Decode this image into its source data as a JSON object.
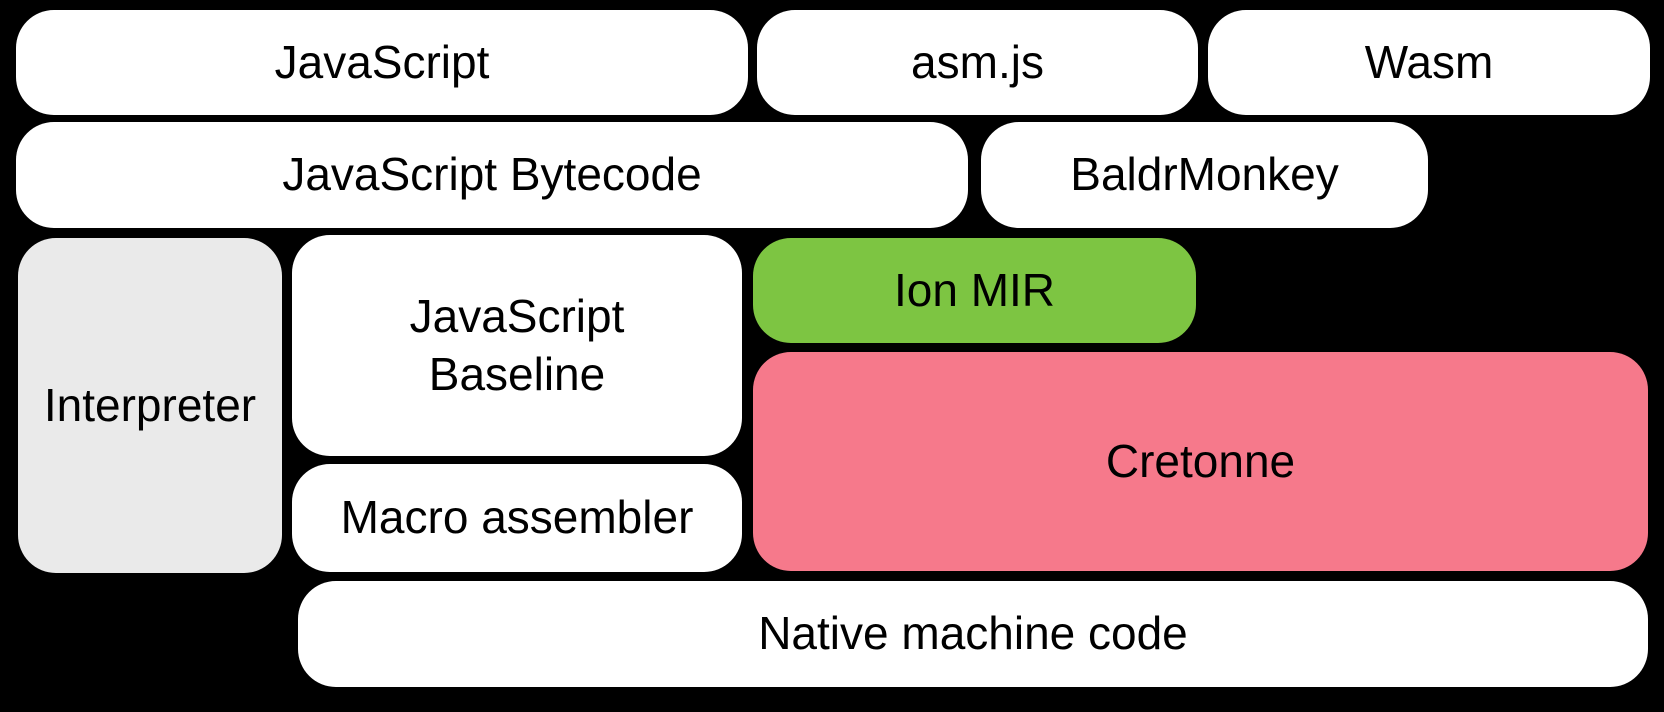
{
  "diagram": {
    "background": "#000000",
    "text_color": "#000000",
    "colors": {
      "white": "#FFFFFF",
      "gray": "#EAEAEA",
      "green": "#7DC542",
      "pink": "#F6798B"
    },
    "boxes": [
      {
        "id": "javascript",
        "label": "JavaScript",
        "fill": "#FFFFFF"
      },
      {
        "id": "asm-js",
        "label": "asm.js",
        "fill": "#FFFFFF"
      },
      {
        "id": "wasm",
        "label": "Wasm",
        "fill": "#FFFFFF"
      },
      {
        "id": "javascript-bytecode",
        "label": "JavaScript Bytecode",
        "fill": "#FFFFFF"
      },
      {
        "id": "baldrmonkey",
        "label": "BaldrMonkey",
        "fill": "#FFFFFF"
      },
      {
        "id": "interpreter",
        "label": "Interpreter",
        "fill": "#EAEAEA"
      },
      {
        "id": "javascript-baseline",
        "label": "JavaScript Baseline",
        "fill": "#FFFFFF"
      },
      {
        "id": "ion-mir",
        "label": "Ion MIR",
        "fill": "#7DC542"
      },
      {
        "id": "cretonne",
        "label": "Cretonne",
        "fill": "#F6798B"
      },
      {
        "id": "macro-assembler",
        "label": "Macro assembler",
        "fill": "#FFFFFF"
      },
      {
        "id": "native-machine-code",
        "label": "Native machine code",
        "fill": "#FFFFFF"
      }
    ]
  }
}
